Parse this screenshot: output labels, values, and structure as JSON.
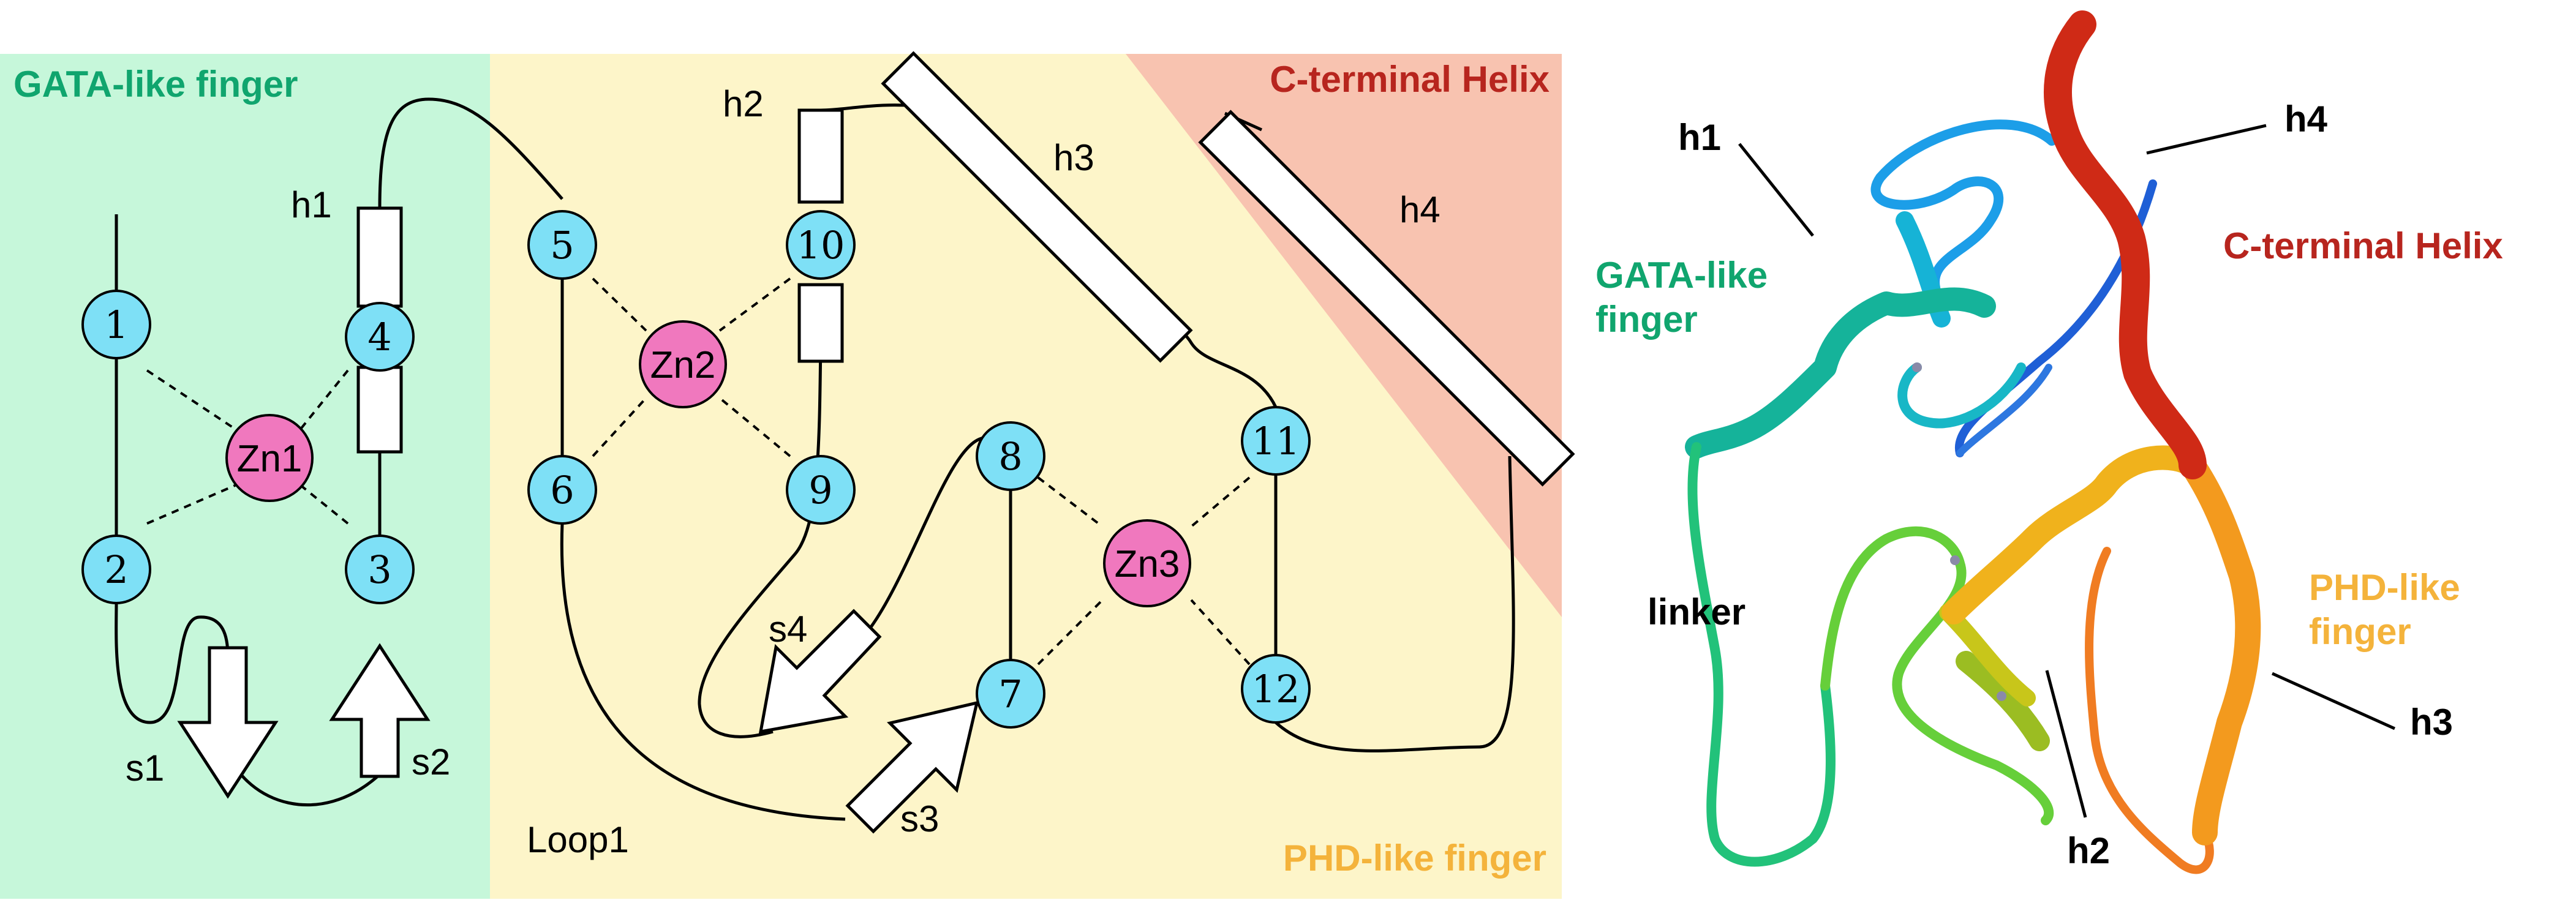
{
  "regions": {
    "gata": {
      "label": "GATA-like finger",
      "fill": "#c6f7da",
      "text_color": "#10a56e"
    },
    "phd": {
      "label": "PHD-like finger",
      "fill": "#fdf5c9",
      "text_color": "#f4b33b"
    },
    "cterm": {
      "label": "C-terminal Helix",
      "fill": "#f8c3b0",
      "text_color": "#b7251e"
    }
  },
  "colors": {
    "cys": "#7ee0f6",
    "zinc": "#f078be",
    "line": "#000000",
    "element": "#ffffff"
  },
  "nodes": {
    "n1": "1",
    "n2": "2",
    "n3": "3",
    "n4": "4",
    "n5": "5",
    "n6": "6",
    "n7": "7",
    "n8": "8",
    "n9": "9",
    "n10": "10",
    "n11": "11",
    "n12": "12"
  },
  "zincs": {
    "zn1": "Zn1",
    "zn2": "Zn2",
    "zn3": "Zn3"
  },
  "elements": {
    "h1": "h1",
    "h2": "h2",
    "h3": "h3",
    "h4": "h4",
    "s1": "s1",
    "s2": "s2",
    "s3": "s3",
    "s4": "s4",
    "loop1": "Loop1"
  },
  "structure": {
    "h1": "h1",
    "h2": "h2",
    "h3": "h3",
    "h4": "h4",
    "gata": "GATA-like\nfinger",
    "cterm": "C-terminal Helix",
    "linker": "linker",
    "phd": "PHD-like\nfinger"
  },
  "structure_colors": {
    "gata": "#10a56e",
    "cterm": "#b7251e",
    "phd": "#f4b33b",
    "plain": "#000000"
  }
}
